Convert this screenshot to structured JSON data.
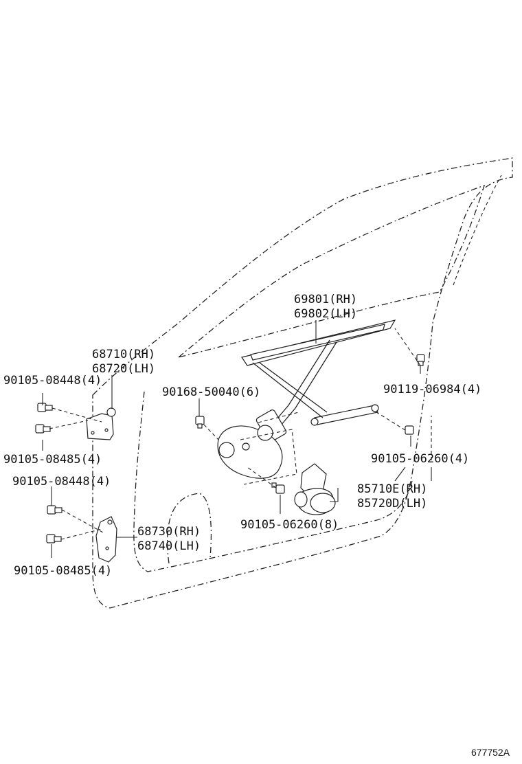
{
  "labels": {
    "l_69801": "69801(RH)",
    "l_69802": "69802(LH)",
    "l_68710": "68710(RH)",
    "l_68720": "68720(LH)",
    "l_08448_top": "90105-08448(4)",
    "l_50040": "90168-50040(6)",
    "l_06984": "90119-06984(4)",
    "l_08485_top": "90105-08485(4)",
    "l_06260_right": "90105-06260(4)",
    "l_08448_bot": "90105-08448(4)",
    "l_85710": "85710E(RH)",
    "l_85720": "85720D(LH)",
    "l_68730": "68730(RH)",
    "l_68740": "68740(LH)",
    "l_06260_center": "90105-06260(8)",
    "l_08485_bot": "90105-08485(4)",
    "ref": "677752A"
  }
}
